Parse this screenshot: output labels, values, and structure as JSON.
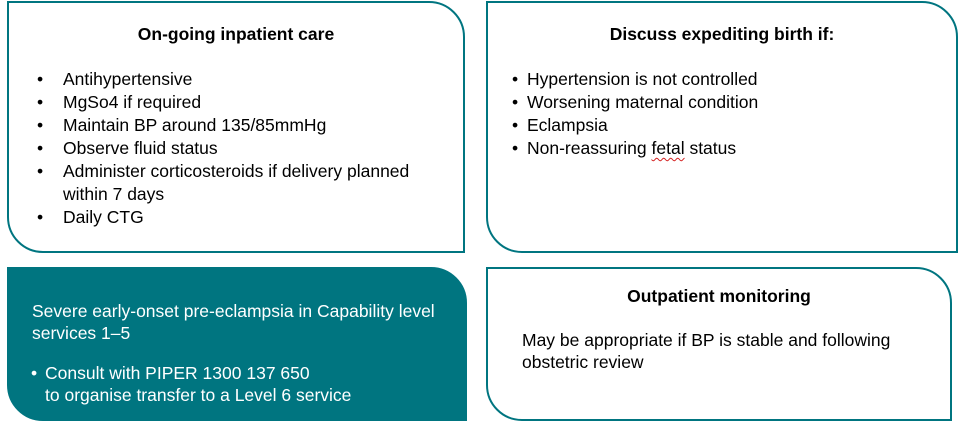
{
  "inpatient": {
    "title": "On-going inpatient care",
    "items": [
      "Antihypertensive",
      "MgSo4 if required",
      "Maintain BP around 135/85mmHg",
      "Observe fluid status",
      "Administer corticosteroids if delivery planned within 7 days",
      "Daily CTG"
    ]
  },
  "expedite": {
    "title": "Discuss expediting birth if:",
    "items": [
      "Hypertension is not controlled",
      "Worsening maternal condition",
      "Eclampsia"
    ],
    "last_item_prefix": "Non-reassuring ",
    "last_item_flagged_word": "fetal",
    "last_item_suffix": " status"
  },
  "severe": {
    "text": "Severe early-onset pre-eclampsia in Capability level services 1–5",
    "consult_line1": "Consult with PIPER 1300 137 650",
    "consult_line2": "to organise transfer to a Level 6 service"
  },
  "outpatient": {
    "title": "Outpatient monitoring",
    "text": "May be appropriate if BP is stable and following obstetric review"
  },
  "bullet_glyph": "•",
  "colors": {
    "teal": "#007580",
    "spellcheck": "#d42020"
  }
}
